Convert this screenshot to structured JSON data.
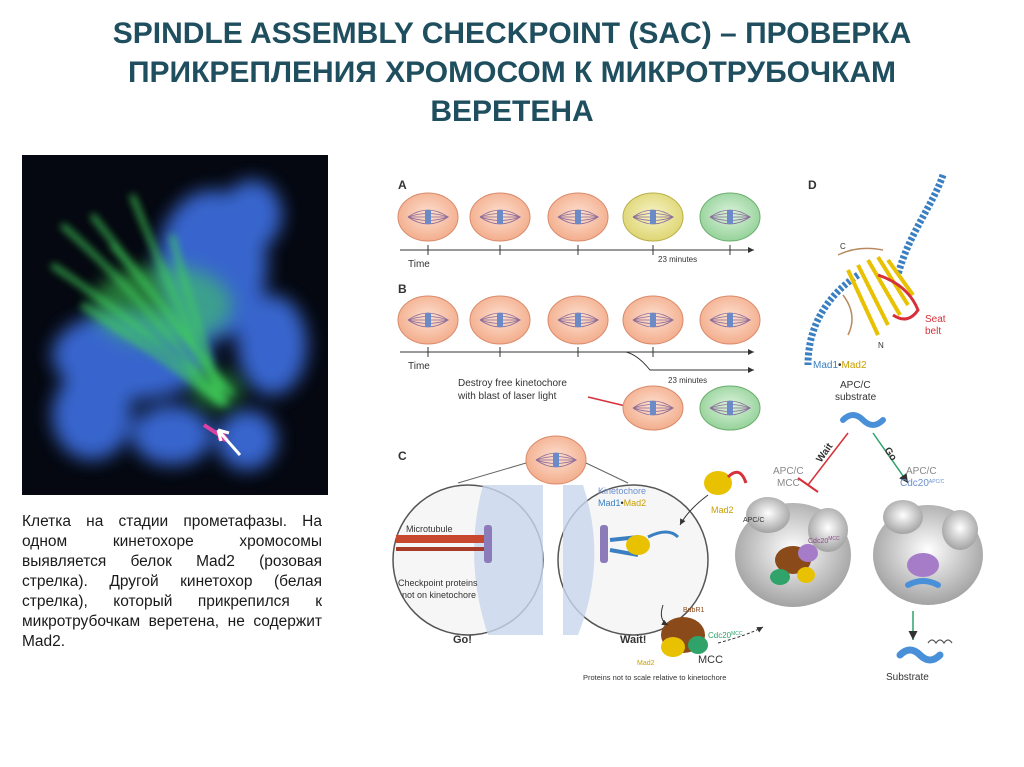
{
  "title": {
    "line1": "SPINDLE ASSEMBLY CHECKPOINT (SAC) – ПРОВЕРКА",
    "line2": "ПРИКРЕПЛЕНИЯ ХРОМОСОМ К МИКРОТРУБОЧКАМ",
    "line3": "ВЕРЕТЕНА"
  },
  "caption": "Клетка на стадии прометафазы. На одном кинетохоре хромосомы выявляется белок Mad2 (розовая стрелка). Другой кинетохор (белая стрелка), который прикрепился к микротрубочкам веретена, не содержит Mad2.",
  "figure": {
    "panel_a": {
      "label": "A",
      "time_label": "Time",
      "duration_label": "23 minutes"
    },
    "panel_b": {
      "label": "B",
      "time_label": "Time",
      "duration_label": "23 minutes",
      "laser_note_line1": "Destroy free kinetochore",
      "laser_note_line2": "with blast of laser light"
    },
    "panel_c": {
      "label": "C",
      "microtubule": "Microtubule",
      "checkpoint_note_line1": "Checkpoint proteins",
      "checkpoint_note_line2": "not on kinetochore",
      "go": "Go!",
      "kinetochore": "Kinetochore",
      "mad1": "Mad1",
      "dot": "•",
      "mad2": "Mad2",
      "mad2_free": "Mad2",
      "bubr1": "BubR1",
      "cdc20": "Cdc20",
      "cdc20_sup": "MCC",
      "mad2_small": "Mad2",
      "wait": "Wait!",
      "mcc": "MCC",
      "scale_note": "Proteins not to scale relative to kinetochore",
      "apcc_substrate_line1": "APC/C",
      "apcc_substrate_line2": "substrate",
      "wait_arrow": "Wait",
      "go_arrow": "Go",
      "apcc_mcc_line1": "APC/C",
      "apcc_mcc_line2": "MCC",
      "apcc_small": "APC/C",
      "cdc20_bound": "Cdc20",
      "cdc20_bound_sup": "MCC",
      "apcc_cdc_line1": "APC/C",
      "apcc_cdc_line2": "Cdc20",
      "apcc_cdc_sup": "APC/C",
      "substrate": "Substrate"
    },
    "panel_d": {
      "label": "D",
      "c_term": "C",
      "n_term": "N",
      "seat_line1": "Seat",
      "seat_line2": "belt",
      "mad1": "Mad1",
      "dot": "•",
      "mad2": "Mad2"
    }
  },
  "colors": {
    "title": "#1f4e5f",
    "cell_pink": "#f4b79a",
    "cell_yellow": "#e8e48a",
    "cell_green": "#9fd7a2",
    "mad1_blue": "#3a7fc1",
    "mad2_yellow": "#e8c200",
    "seat_belt_red": "#d6313b",
    "micrograph_blue": "#3b6fd8",
    "micrograph_green": "#42c45a"
  }
}
